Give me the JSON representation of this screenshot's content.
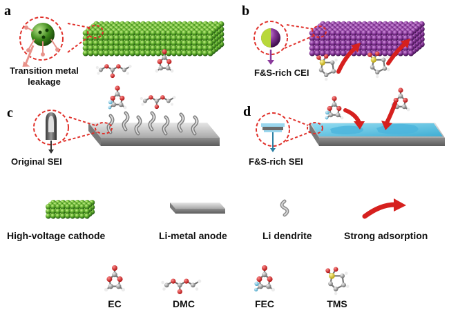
{
  "panels": {
    "a": {
      "label": "a",
      "caption_line1": "Transition metal",
      "caption_line2": "leakage"
    },
    "b": {
      "label": "b",
      "caption": "F&S-rich CEI"
    },
    "c": {
      "label": "c",
      "caption": "Original SEI"
    },
    "d": {
      "label": "d",
      "caption": "F&S-rich SEI"
    }
  },
  "legend_row1": [
    {
      "icon": "green-cathode-lattice-icon",
      "label": "High-voltage cathode"
    },
    {
      "icon": "gray-anode-slab-icon",
      "label": "Li-metal anode"
    },
    {
      "icon": "dendrite-icon",
      "label": "Li dendrite"
    },
    {
      "icon": "red-curved-arrow-icon",
      "label": "Strong adsorption"
    }
  ],
  "legend_row2": [
    {
      "icon": "ec-molecule-icon",
      "label": "EC"
    },
    {
      "icon": "dmc-molecule-icon",
      "label": "DMC"
    },
    {
      "icon": "fec-molecule-icon",
      "label": "FEC"
    },
    {
      "icon": "tms-molecule-icon",
      "label": "TMS"
    }
  ],
  "colors": {
    "cathode_green": "#4f9a2a",
    "cathode_purple": "#7a2c8c",
    "anode_gray": "#bdbdbd",
    "sei_blue": "#5bc3e6",
    "arrow_red": "#d6201e",
    "dash_red": "#e0302a",
    "oxygen_red": "#d81c1c",
    "sulfur_yellow": "#e8d21a",
    "fluorine_blue": "#7fc8e0",
    "carbon_gray": "#9a9a9a"
  }
}
